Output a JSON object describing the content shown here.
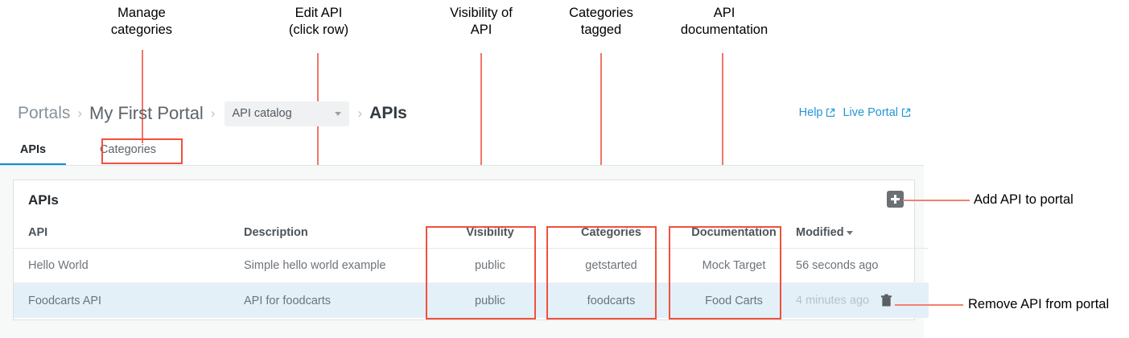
{
  "annotations": {
    "callouts": [
      {
        "name": "manage-categories",
        "text": "Manage\ncategories"
      },
      {
        "name": "edit-api",
        "text": "Edit API\n(click row)"
      },
      {
        "name": "visibility-of-api",
        "text": "Visibility of\nAPI"
      },
      {
        "name": "categories-tagged",
        "text": "Categories\ntagged"
      },
      {
        "name": "api-documentation",
        "text": "API\ndocumentation"
      },
      {
        "name": "add-api-to-portal",
        "text": "Add API to portal"
      },
      {
        "name": "remove-api-from-portal",
        "text": "Remove API from portal"
      }
    ],
    "line_color": "#f07567",
    "box_color": "#f2503c"
  },
  "breadcrumb": {
    "portals": "Portals",
    "portal_name": "My First Portal",
    "catalog_select": "API catalog",
    "current": "APIs",
    "separator": "›"
  },
  "header": {
    "help_label": "Help",
    "live_portal_label": "Live Portal",
    "link_color": "#2196d6"
  },
  "tabs": [
    {
      "label": "APIs",
      "active": true
    },
    {
      "label": "Categories",
      "active": false
    }
  ],
  "card": {
    "title": "APIs",
    "add_button_label": "+",
    "columns": [
      "API",
      "Description",
      "Visibility",
      "Categories",
      "Documentation",
      "Modified"
    ],
    "sorted_column": "Modified",
    "rows": [
      {
        "api": "Hello World",
        "description": "Simple hello world example",
        "visibility": "public",
        "categories": "getstarted",
        "documentation": "Mock Target",
        "modified": "56 seconds ago",
        "selected": false
      },
      {
        "api": "Foodcarts API",
        "description": "API for foodcarts",
        "visibility": "public",
        "categories": "foodcarts",
        "documentation": "Food Carts",
        "modified": "4 minutes ago",
        "selected": true
      }
    ]
  },
  "colors": {
    "accent": "#0c8ed9",
    "selected_row": "#e3f0f7",
    "page_bg": "#f7f9f9"
  }
}
